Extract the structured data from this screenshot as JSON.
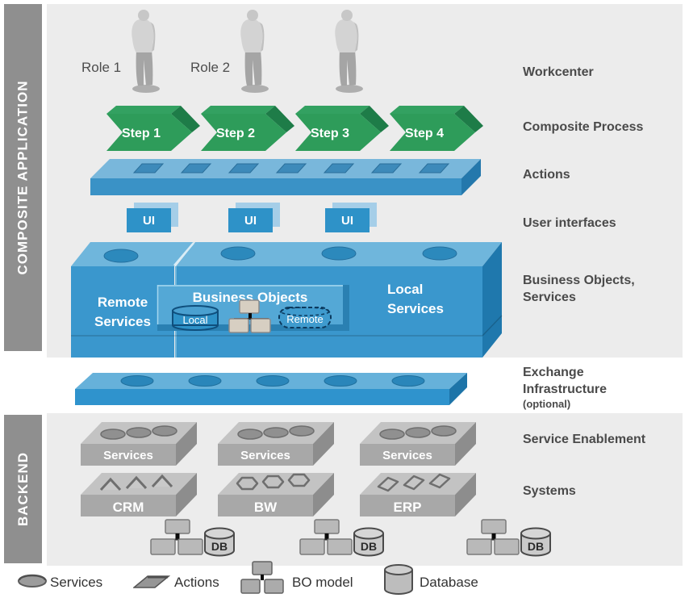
{
  "sidebar": {
    "composite_label": "COMPOSITE APPLICATION",
    "backend_label": "BACKEND"
  },
  "roles": [
    {
      "label": "Role 1"
    },
    {
      "label": "Role 2"
    }
  ],
  "steps": [
    {
      "label": "Step 1"
    },
    {
      "label": "Step 2"
    },
    {
      "label": "Step 3"
    },
    {
      "label": "Step 4"
    }
  ],
  "ui_boxes": [
    {
      "label": "UI"
    },
    {
      "label": "UI"
    },
    {
      "label": "UI"
    }
  ],
  "composite_box": {
    "remote_line1": "Remote",
    "remote_line2": "Services",
    "business_objects_title": "Business Objects",
    "local_store": "Local",
    "remote_store": "Remote",
    "local_services_line1": "Local",
    "local_services_line2": "Services"
  },
  "right_labels": {
    "workcenter": "Workcenter",
    "composite_process": "Composite Process",
    "actions": "Actions",
    "user_interfaces": "User interfaces",
    "business_objects_line1": "Business Objects,",
    "business_objects_line2": "Services",
    "exchange_line1": "Exchange",
    "exchange_line2": "Infrastructure",
    "exchange_line3": "(optional)",
    "service_enablement": "Service Enablement",
    "systems": "Systems"
  },
  "backend": {
    "service_boxes": [
      "Services",
      "Services",
      "Services"
    ],
    "system_boxes": [
      "CRM",
      "BW",
      "ERP"
    ],
    "db_label": "DB"
  },
  "legend": {
    "services": "Services",
    "actions": "Actions",
    "bo_model": "BO model",
    "database": "Database"
  },
  "colors": {
    "blue_face": "#3a97cd",
    "blue_top": "#6fb6dc",
    "blue_side": "#1f78ad",
    "inner_panel": "#54a8d6",
    "ui_blue": "#2e92c8",
    "ui_shadow": "#a5cee8",
    "green_face": "#2e9c5a",
    "green_top": "#33a161",
    "green_dark": "#1e7c48",
    "gray_bar": "#8f8f8f",
    "panel_bg": "#ececec",
    "slab_top": "#c3c3c3",
    "slab_front": "#a8a8a8",
    "slab_side": "#8d8d8d",
    "label_text": "#4a4a4a",
    "cube_tan": "#d7cfc2"
  }
}
